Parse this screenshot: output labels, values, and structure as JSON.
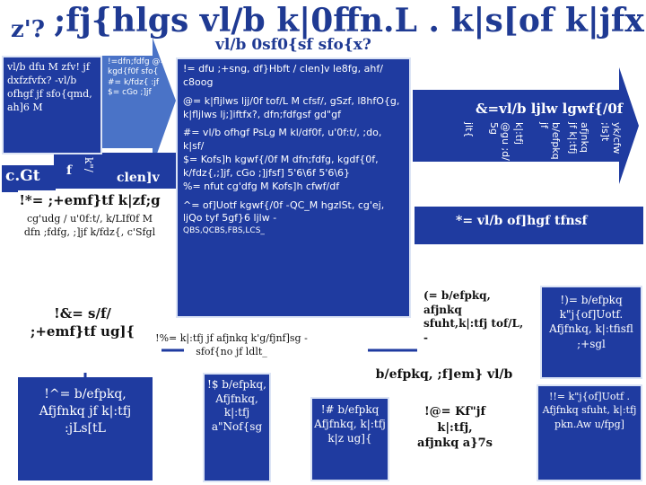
{
  "header": {
    "tag": "z'?",
    "title": ";fj{hlgs vl/b k|0ffn.L . k|s[of k|jfx",
    "subtitle": "vl/b 0sf0{sf sfo{x?"
  },
  "left_col": {
    "box1": "vl/b dfu M zfv! jf dxfzfvfx? -vl/b ofhgf jf sfo{qmd, ah]6 M",
    "arrow1": "!=dfn;fdfg @= kgd{f0f sfo{ #= k/fdz{ :jf $= cGo ;]jf",
    "tag_cgt": "c.Gt",
    "tag_f": "f",
    "tag_k": "k\"/",
    "tag_cleny": "clen]v",
    "box2_title": "!*= ;+emf}tf k|zf;g",
    "box2_body": "cg'udg / u'0f:t/, k/LIf0f M dfn ;fdfg, ;]jf k/fdz{, c'Sfgl",
    "box3": "!&= s/f/ ;+emf}tf ug]{",
    "box4": "!^= b/efpkq, Afjfnkq jf k|:tfj :jLs[tL"
  },
  "center": {
    "big_box_1": "!= dfu ;+sng, df}Hbft / clen]v le8fg, ahf/ c8oog",
    "big_box_2": "@= k|fljlws ljj/0f tof/L M cfsf/, gSzf, l8hfO{g, k|fljlws lj;]iftfx?, dfn;fdfgsf gd\"gf",
    "big_box_3": "#= vl/b ofhgf PsLg M kl/df0f, u'0f:t/, ;do, k|sf/",
    "big_box_4": "$= Kofs]h kgwf{/0f M dfn;fdfg, kgdf{0f, k/fdz{,;]jf, cGo ;]jfsf] 5'6\\6f 5'6\\6}",
    "big_box_5": "%= nfut cg'dfg M Kofs]h cfwf/df",
    "big_box_6": "^= of]Uotf kgwf{/0f -QC_M hgzlSt, cg'ej, ljQo tyf 5gf}6 ljlw -",
    "big_box_6b": "QBS,QCBS,FBS,LCS_",
    "arrow_box": "!%= k|:tfj jf afjnkq k'g/fjnf]sg -sfof{no jf ldlt_",
    "small_box": "!$ b/efpkq, Afjfnkq, k|:tfj a\"Nof{sg",
    "right_arrow_title": "&=vl/b ljlw lgwf{/0f",
    "vertical_labels": [
      "jlt{",
      "@gu ;d/ 5g",
      "k|:tfj",
      "b/efpkq jf",
      "afjnkq jf k|:tfj",
      "yk/cfw ;Is]t"
    ],
    "band_label": "*= vl/b of]hgf tfnsf",
    "mid_label": "(= b/efpkq, afjnkq sfuht,k|:tfj tof/L, -",
    "mid_label2": "b/efpkq, ;f]em} vl/b",
    "box_12": "!@= Kf\"jf k|:tfj, afjnkq a}7s",
    "box_13": "!# b/efpkq Afjfnkq, k|:tfj k|z ug]{",
    "box_10": "!)= b/efpkq k\"j{of]Uotf. Afjfnkq, k|:tfisfl ;+sgl",
    "box_11": "!!= k\"j{of]Uotf . Afjfnkq sfuht, k|:tfj pkn.Aw u/fpg]"
  }
}
